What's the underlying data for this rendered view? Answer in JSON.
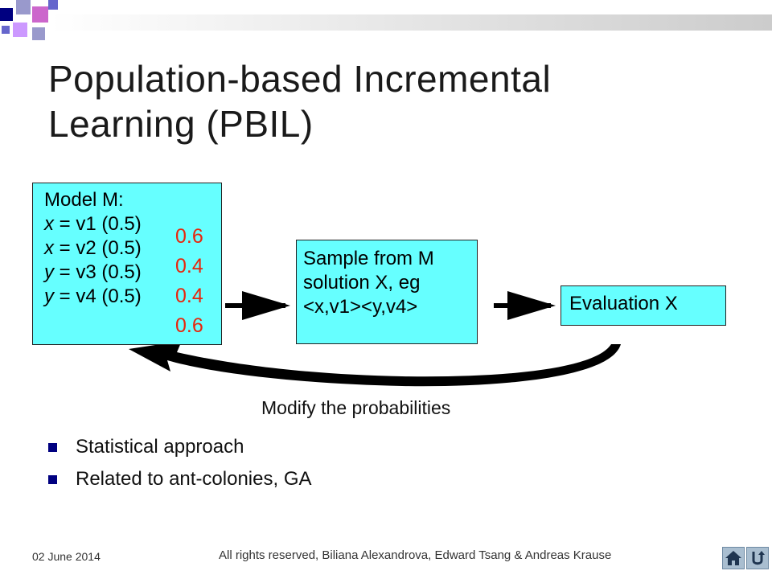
{
  "slide": {
    "title_lines": [
      "Population-based Incremental",
      "Learning (PBIL)"
    ],
    "colors": {
      "box_fill": "#66ffff",
      "accent_red": "#e8250c",
      "bullet": "#000080"
    }
  },
  "diagram": {
    "model": {
      "heading": "Model M:",
      "rows": [
        {
          "var": "x",
          "rest": " = v1  (0.5)",
          "new_prob": "0.6"
        },
        {
          "var": "x",
          "rest": " = v2  (0.5)",
          "new_prob": "0.4"
        },
        {
          "var": "y",
          "rest": " = v3  (0.5)",
          "new_prob": "0.4"
        },
        {
          "var": "y",
          "rest": " = v4  (0.5)",
          "new_prob": "0.6"
        }
      ]
    },
    "sample": {
      "lines": [
        "Sample from M",
        "solution X, eg",
        "<x,v1><y,v4>"
      ]
    },
    "evaluation": {
      "label": "Evaluation X"
    },
    "feedback_label": "Modify the probabilities"
  },
  "bullets": [
    "Statistical approach",
    "Related to ant-colonies, GA"
  ],
  "footer": {
    "date": "02 June 2014",
    "rights": "All rights reserved, Biliana Alexandrova, Edward Tsang & Andreas Krause",
    "nav_icons": [
      "home-icon",
      "return-icon"
    ]
  }
}
